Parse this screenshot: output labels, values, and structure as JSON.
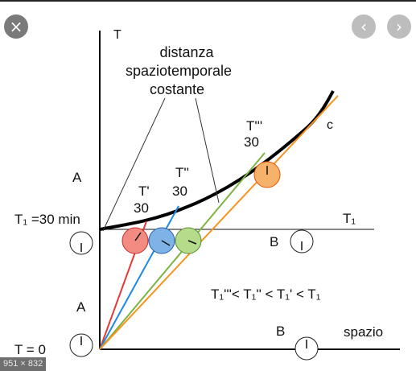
{
  "viewer": {
    "close_icon": "×",
    "prev_icon": "‹",
    "next_icon": "›",
    "dimensions": "951 × 832"
  },
  "diagram": {
    "axis_t": "T",
    "note_line1": "distanza",
    "note_line2": "spaziotemporale",
    "note_line3": "costante",
    "label_c": "c",
    "t3_top": "T'''",
    "t3_bottom": "30",
    "t2_top": "T''",
    "t2_bottom": "30",
    "t1_top": "T'",
    "t1_bottom": "30",
    "a_upper": "A",
    "a_lower": "A",
    "t1_30": "T₁ =30 min",
    "t1_right": "T₁",
    "b_mid": "B",
    "b_low": "B",
    "inequality": "T₁'''< T₁'' < T₁' < T₁",
    "t_zero": "T = 0",
    "spazio": "spazio"
  },
  "colors": {
    "red": "#e53935",
    "blue": "#1e88e5",
    "green": "#7cb342",
    "orange": "#f7941d",
    "red_fill": "#f28b82",
    "blue_fill": "#7fb3e8",
    "green_fill": "#b6db8a",
    "orange_fill": "#f6b26b"
  }
}
